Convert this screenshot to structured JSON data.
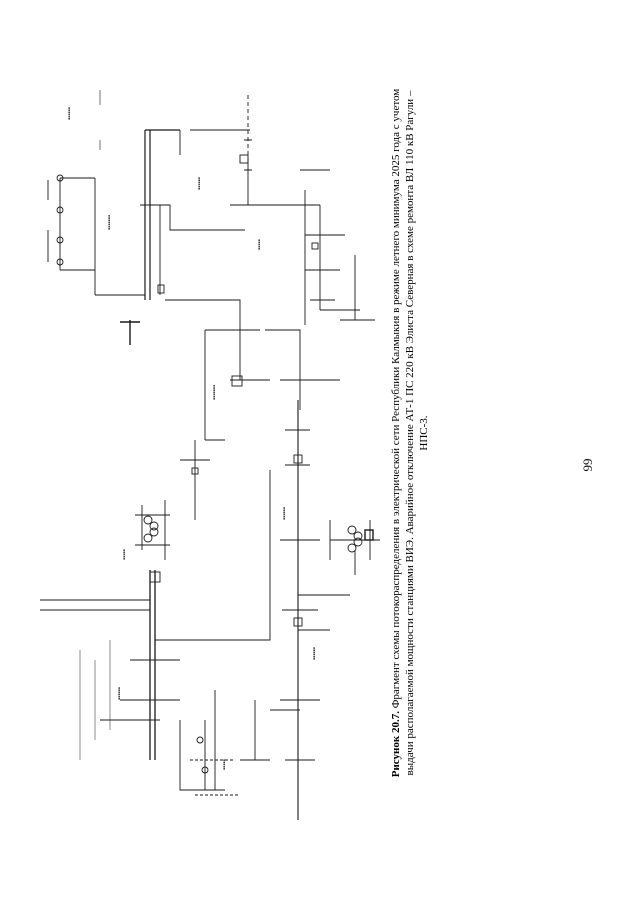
{
  "figure": {
    "caption_label": "Рисунок 20.7.",
    "caption_text": "Фрагмент схемы потокораспределения в электрической сети Республики Калмыкия в режиме летнего минимума 2025 года с учетом выдачи располагаемой мощности станциями ВИЭ. Аварийное отключение АТ-1 ПС 220 кВ Элиста Северная в схеме ремонта ВЛ 110 кВ Рагули – НПС-3."
  },
  "page": {
    "number": "99"
  },
  "colors": {
    "line": "#1a1a1a",
    "text": "#000000",
    "background": "#ffffff"
  }
}
